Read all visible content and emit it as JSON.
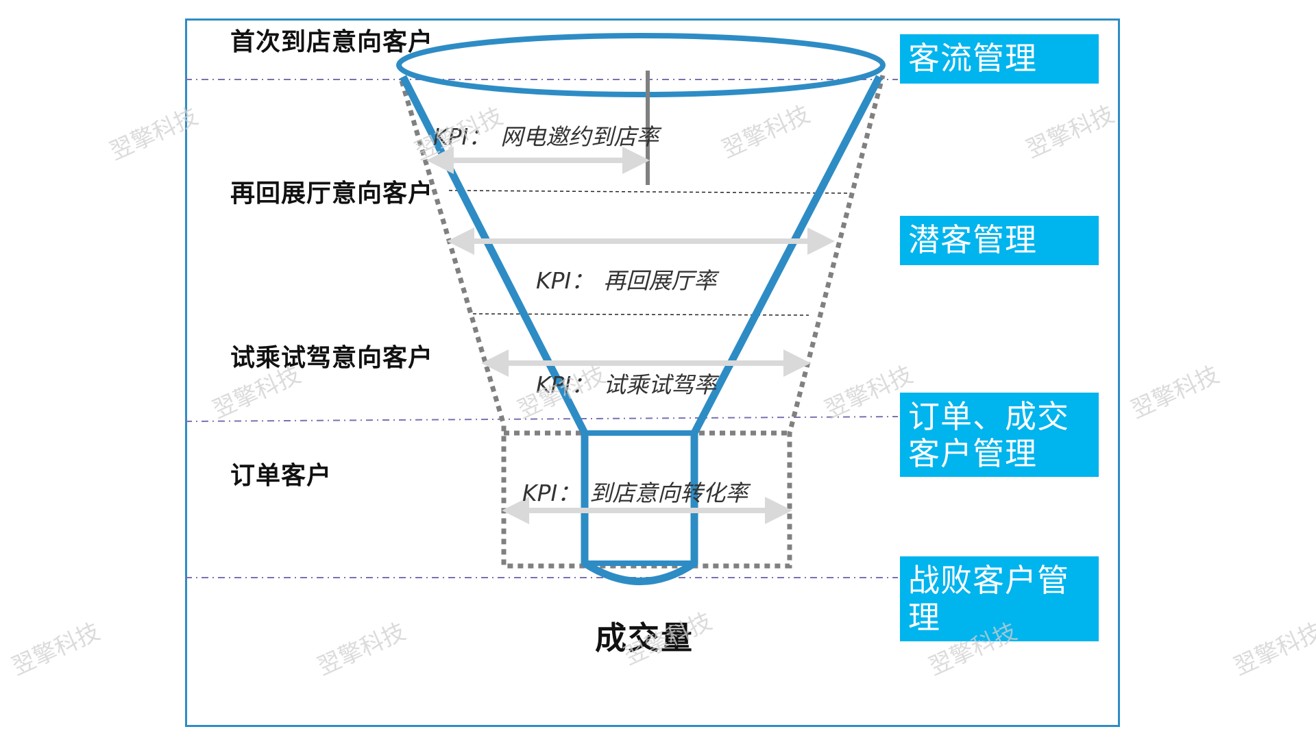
{
  "stages": {
    "first_visit": "首次到店意向客户",
    "return_visit": "再回展厅意向客户",
    "test_drive": "试乘试驾意向客户",
    "order": "订单客户"
  },
  "kpis": {
    "prefix": "KPI：",
    "invite_rate": "网电邀约到店率",
    "return_rate": "再回展厅率",
    "test_drive_rate": "试乘试驾率",
    "conversion_rate": "到店意向转化率"
  },
  "management": {
    "traffic": "客流管理",
    "potential": "潜客管理",
    "order_deal": "订单、成交客户管理",
    "lost": "战败客户管理"
  },
  "result_label": "成交量",
  "watermark": "翌擎科技",
  "colors": {
    "funnel_blue": "#2e8cc5",
    "mgmt_box": "#00b4ee",
    "dotted_gray": "#808080",
    "arrow_gray": "#d9d9d9",
    "guide_purple": "#7b6fb0"
  }
}
